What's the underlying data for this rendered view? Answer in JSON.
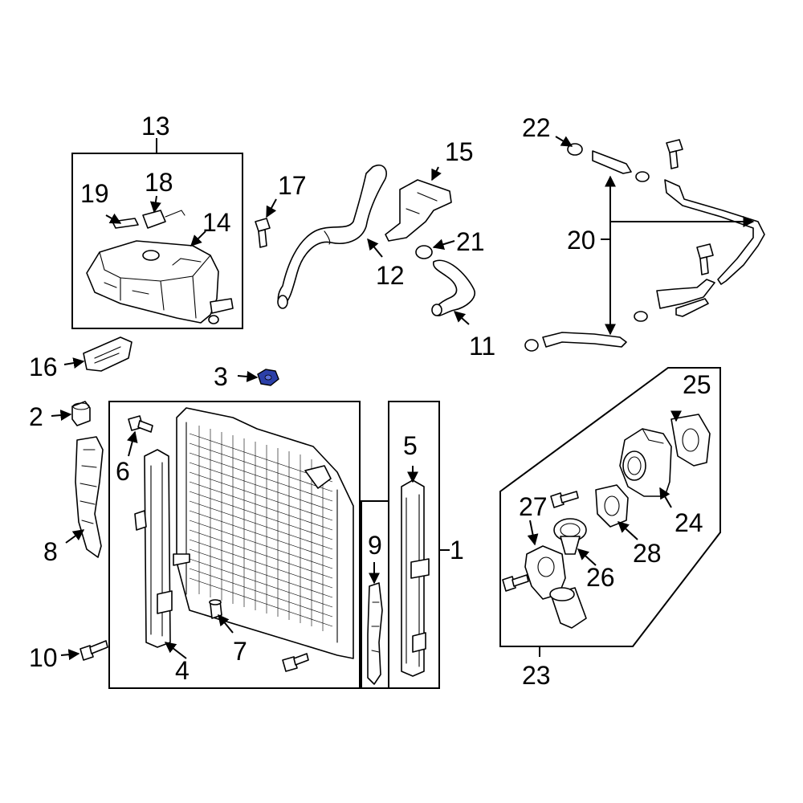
{
  "diagram": {
    "highlight_color": "#2b3fa8",
    "callouts": [
      {
        "id": "c1",
        "text": "1"
      },
      {
        "id": "c2",
        "text": "2"
      },
      {
        "id": "c3",
        "text": "3"
      },
      {
        "id": "c4",
        "text": "4"
      },
      {
        "id": "c5",
        "text": "5"
      },
      {
        "id": "c6",
        "text": "6"
      },
      {
        "id": "c7",
        "text": "7"
      },
      {
        "id": "c8",
        "text": "8"
      },
      {
        "id": "c9",
        "text": "9"
      },
      {
        "id": "c10",
        "text": "10"
      },
      {
        "id": "c11",
        "text": "11"
      },
      {
        "id": "c12",
        "text": "12"
      },
      {
        "id": "c13",
        "text": "13"
      },
      {
        "id": "c14",
        "text": "14"
      },
      {
        "id": "c15",
        "text": "15"
      },
      {
        "id": "c16",
        "text": "16"
      },
      {
        "id": "c17",
        "text": "17"
      },
      {
        "id": "c18",
        "text": "18"
      },
      {
        "id": "c19",
        "text": "19"
      },
      {
        "id": "c20",
        "text": "20"
      },
      {
        "id": "c21",
        "text": "21"
      },
      {
        "id": "c22",
        "text": "22"
      },
      {
        "id": "c23",
        "text": "23"
      },
      {
        "id": "c24",
        "text": "24"
      },
      {
        "id": "c25",
        "text": "25"
      },
      {
        "id": "c26",
        "text": "26"
      },
      {
        "id": "c27",
        "text": "27"
      },
      {
        "id": "c28",
        "text": "28"
      }
    ]
  }
}
